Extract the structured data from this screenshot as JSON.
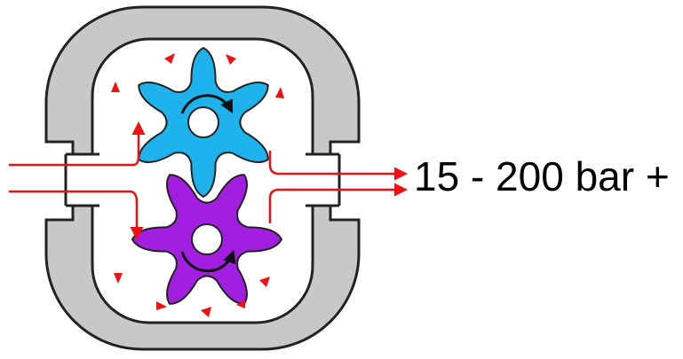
{
  "diagram": {
    "output_label": "15 - 200 bar +",
    "components": [
      "pump-housing",
      "upper-gear",
      "lower-gear",
      "inlet-flow",
      "outlet-flow",
      "rotation-arrows",
      "fluid-flow-arrows"
    ],
    "colors": {
      "housing": "#c8c8c8",
      "housing_outline": "#222222",
      "cavity": "#ffffff",
      "upper_gear": "#1fb3ee",
      "lower_gear": "#a21ee0",
      "flow_arrow": "#ee1111",
      "rotation_arrow": "#111111"
    }
  }
}
